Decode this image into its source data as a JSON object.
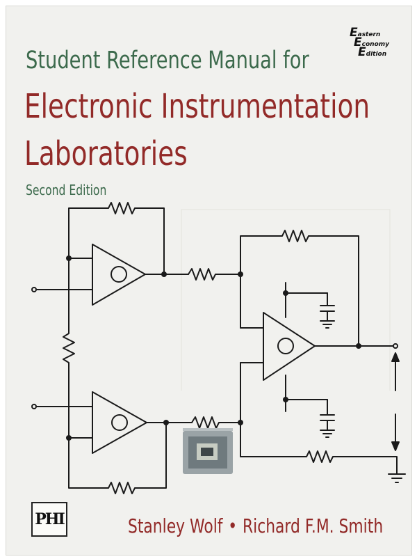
{
  "cover": {
    "title_line1": "Student Reference Manual for",
    "title_line2": "Electronic Instrumentation",
    "title_line3": "Laboratories",
    "edition": "Second Edition",
    "series_badge": {
      "line1_initial": "E",
      "line1_rest": "astern",
      "line2_initial": "E",
      "line2_rest": "conomy",
      "line3_initial": "E",
      "line3_rest": "dition"
    },
    "publisher_logo_text": "PHI",
    "author1": "Stanley Wolf",
    "separator": "•",
    "author2": "Richard F.M. Smith"
  },
  "colors": {
    "background": "#f1f1ee",
    "title_green": "#3c6a4c",
    "title_red": "#922a28",
    "ink": "#1a1a1a"
  },
  "icons": {
    "circuit": "instrumentation-amplifier-schematic",
    "chip": "integrated-circuit-chip-icon",
    "publisher": "phi-logo"
  }
}
